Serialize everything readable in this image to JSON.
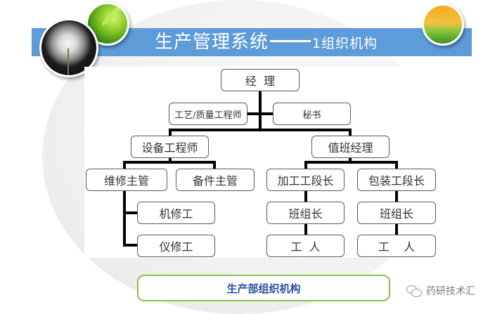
{
  "header": {
    "title_main": "生产管理系统",
    "title_sub": "1组织机构"
  },
  "org_chart": {
    "manager": "经  理",
    "staff": {
      "engineer_quality": "工艺/质量工程师",
      "secretary": "秘书"
    },
    "equipment_engineer": {
      "label": "设备工程师",
      "maintenance_supervisor": {
        "label": "维修主管",
        "children": [
          "机修工",
          "仪修工"
        ]
      },
      "spare_parts_supervisor": "备件主管"
    },
    "shift_manager": {
      "label": "值班经理",
      "processing_section": {
        "label": "加工工段长",
        "team_leader": "班组长",
        "worker": "工  人"
      },
      "packaging_section": {
        "label": "包装工段长",
        "team_leader": "班组长",
        "worker": "工    人"
      }
    }
  },
  "caption": "生产部组织机构",
  "watermark": "药研技术汇",
  "colors": {
    "title_band": "#5d9bd9",
    "caption_border": "#8cc04b",
    "caption_text": "#2a4f9e"
  }
}
